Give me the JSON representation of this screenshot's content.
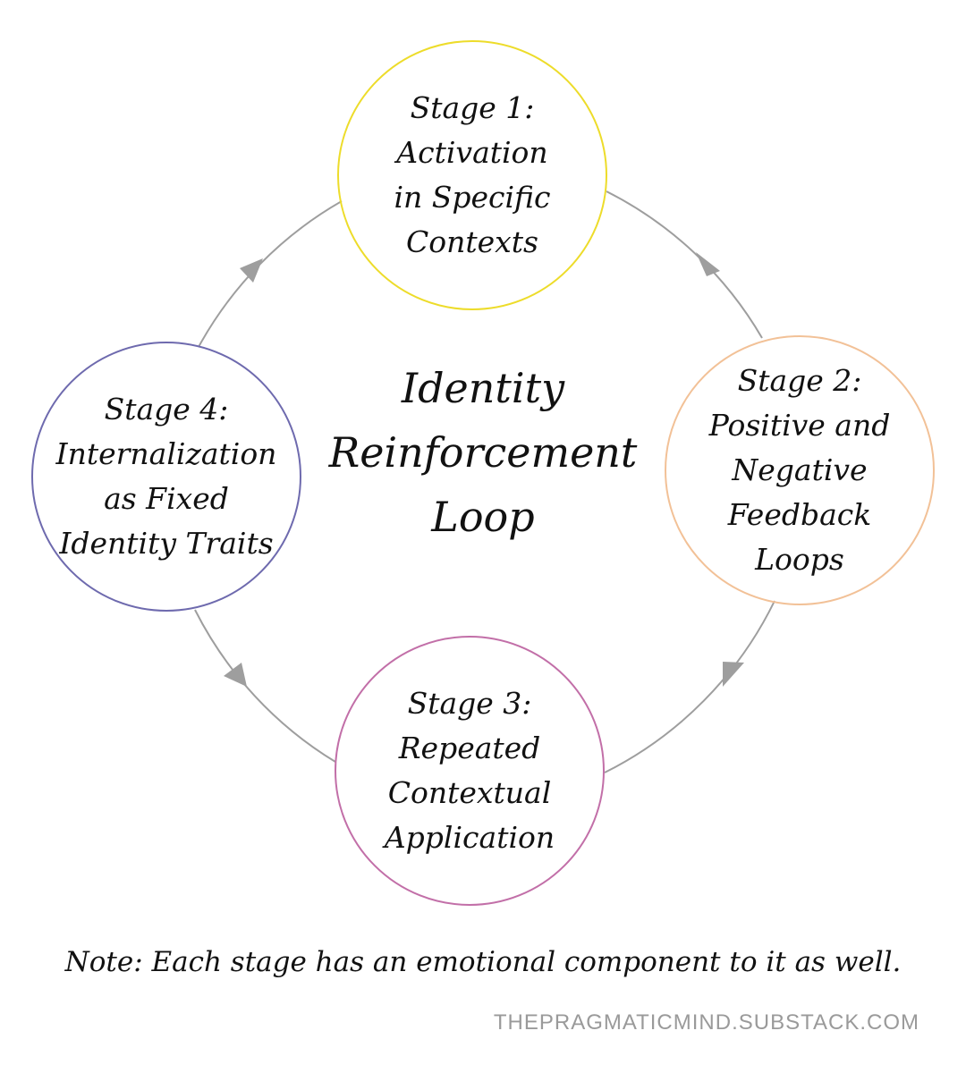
{
  "diagram": {
    "title_lines": [
      "Identity",
      "Reinforcement",
      "Loop"
    ],
    "stages": [
      {
        "lines": [
          "Stage 1:",
          "Activation",
          "in Specific",
          "Contexts"
        ],
        "color": "#EDDC2A"
      },
      {
        "lines": [
          "Stage 2:",
          "Positive and",
          "Negative",
          "Feedback",
          "Loops"
        ],
        "color": "#F2C197"
      },
      {
        "lines": [
          "Stage 3:",
          "Repeated",
          "Contextual",
          "Application"
        ],
        "color": "#C26FA8"
      },
      {
        "lines": [
          "Stage 4:",
          "Internalization",
          "as Fixed",
          "Identity Traits"
        ],
        "color": "#6E6AAE"
      }
    ],
    "connector_color": "#9E9E9E",
    "arrow_color": "#9E9E9E"
  },
  "note": "Note: Each stage has an emotional component to it as well.",
  "credit": "THEPRAGMATICMIND.SUBSTACK.COM"
}
